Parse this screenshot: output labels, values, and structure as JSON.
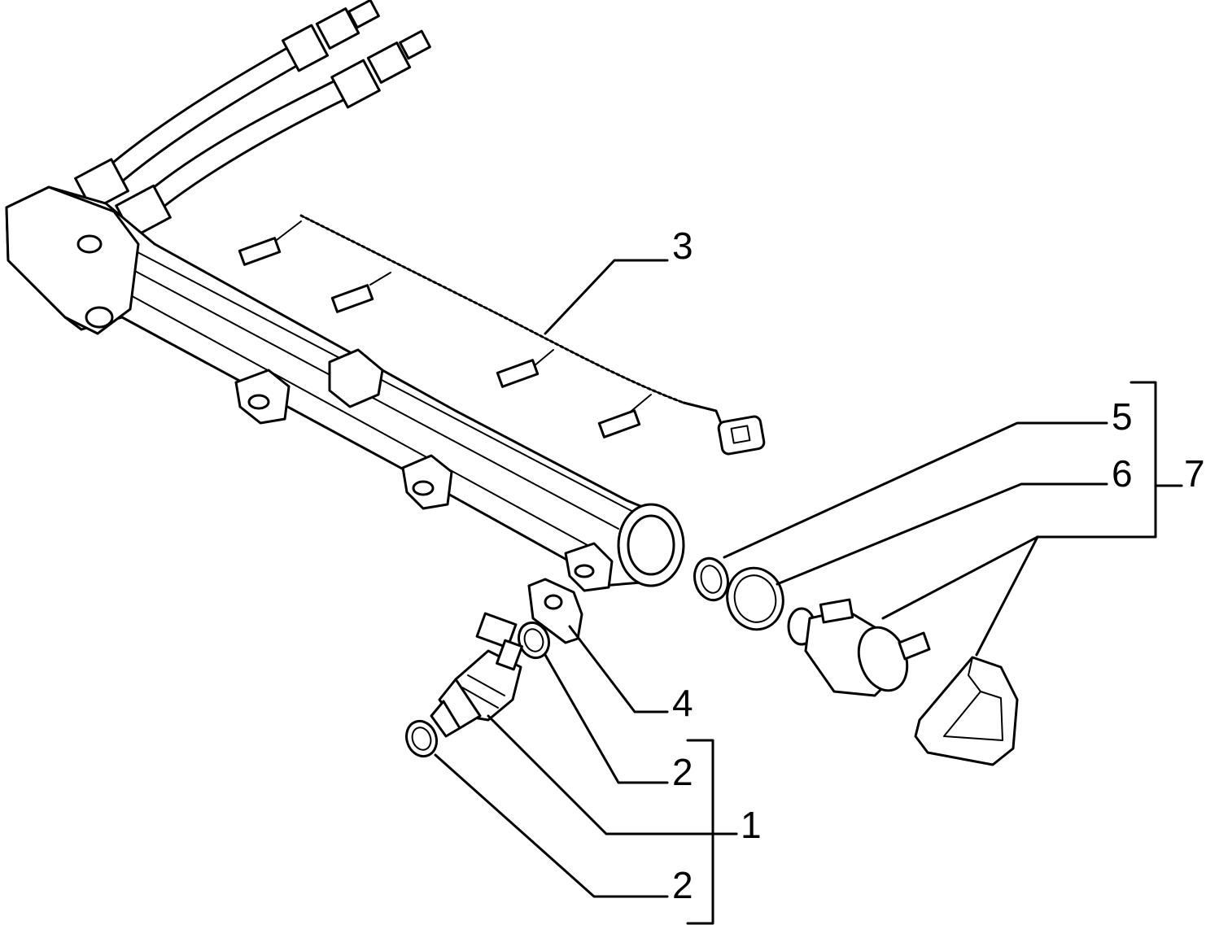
{
  "callouts": {
    "c1": "1",
    "c2a": "2",
    "c2b": "2",
    "c3": "3",
    "c4": "4",
    "c5": "5",
    "c6": "6",
    "c7": "7"
  },
  "colors": {
    "ink": "#000000",
    "paper": "#ffffff"
  }
}
